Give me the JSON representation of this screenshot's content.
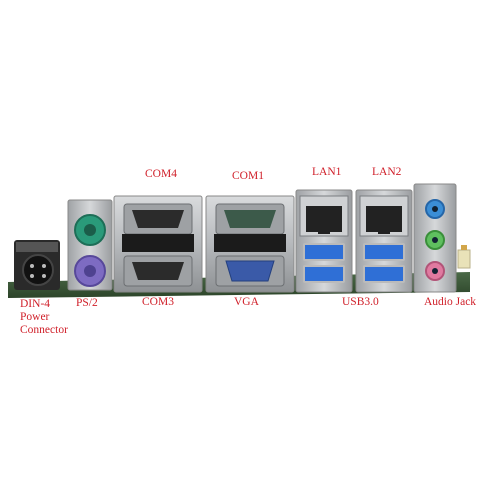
{
  "labels": {
    "com4": "COM4",
    "com1": "COM1",
    "lan1": "LAN1",
    "lan2": "LAN2",
    "din4_line1": "DIN-4",
    "din4_line2": "Power",
    "din4_line3": "Connector",
    "ps2": "PS/2",
    "com3": "COM3",
    "vga": "VGA",
    "usb30": "USB3.0",
    "audio": "Audio Jack"
  },
  "colors": {
    "label_red": "#d0202a",
    "pcb_green": "#3c5a3a",
    "metal": "#b9bcbf",
    "ps2_mouse": "#2a9a7a",
    "ps2_keyboard": "#7d6bc2",
    "vga_blue": "#3a5aa8",
    "usb_blue": "#2f6fd6",
    "audio_blue": "#3b8ed6",
    "audio_green": "#5fbf5f",
    "audio_pink": "#e07aa0"
  }
}
